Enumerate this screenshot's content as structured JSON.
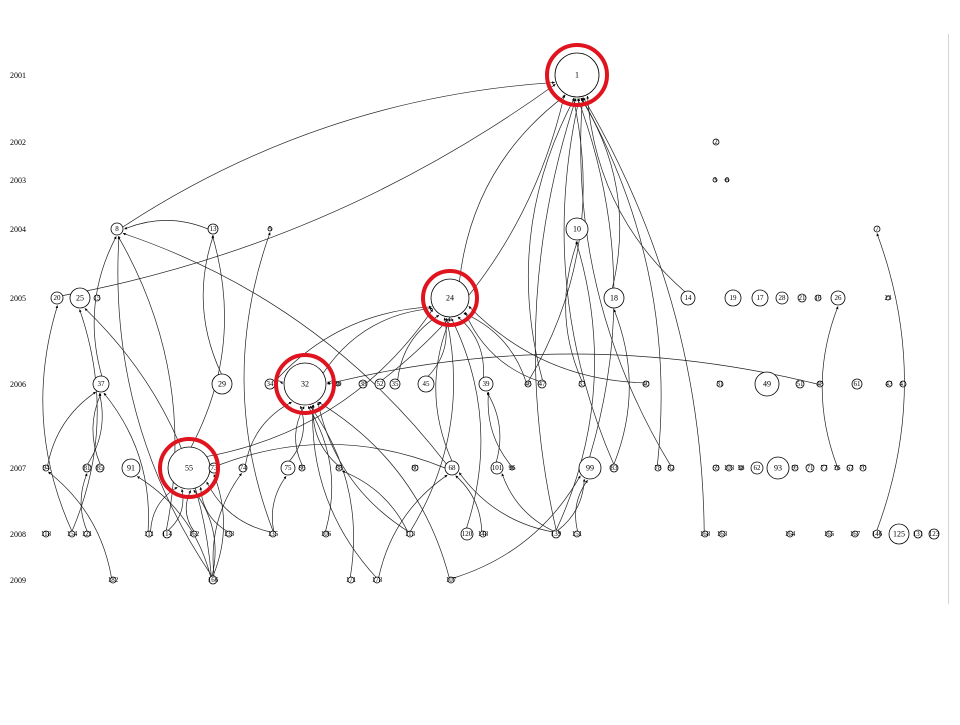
{
  "diagram": {
    "years": [
      "2001",
      "2002",
      "2003",
      "2004",
      "2005",
      "2006",
      "2007",
      "2008",
      "2009"
    ],
    "nodes": [
      {
        "id": "n1",
        "label": "1",
        "year": "2001",
        "r": 22
      },
      {
        "id": "n2",
        "label": "2",
        "year": "2002",
        "r": 3
      },
      {
        "id": "n3a",
        "label": "3",
        "year": "2003",
        "r": 2
      },
      {
        "id": "n3b",
        "label": "6",
        "year": "2003",
        "r": 2
      },
      {
        "id": "n8",
        "label": "8",
        "year": "2004",
        "r": 6
      },
      {
        "id": "n13",
        "label": "13",
        "year": "2004",
        "r": 5
      },
      {
        "id": "n5",
        "label": "5",
        "year": "2004",
        "r": 2
      },
      {
        "id": "n10",
        "label": "10",
        "year": "2004",
        "r": 11
      },
      {
        "id": "n7",
        "label": "7",
        "year": "2004",
        "r": 3
      },
      {
        "id": "n20",
        "label": "20",
        "year": "2005",
        "r": 6
      },
      {
        "id": "n25",
        "label": "25",
        "year": "2005",
        "r": 10
      },
      {
        "id": "n15",
        "label": "15",
        "year": "2005",
        "r": 3
      },
      {
        "id": "n24",
        "label": "24",
        "year": "2005",
        "r": 19
      },
      {
        "id": "n18",
        "label": "18",
        "year": "2005",
        "r": 10
      },
      {
        "id": "n14",
        "label": "14",
        "year": "2005",
        "r": 7
      },
      {
        "id": "n19",
        "label": "19",
        "year": "2005",
        "r": 8
      },
      {
        "id": "n17",
        "label": "17",
        "year": "2005",
        "r": 8
      },
      {
        "id": "n28",
        "label": "28",
        "year": "2005",
        "r": 6
      },
      {
        "id": "n21",
        "label": "21",
        "year": "2005",
        "r": 4
      },
      {
        "id": "n16",
        "label": "16",
        "year": "2005",
        "r": 3
      },
      {
        "id": "n26",
        "label": "26",
        "year": "2005",
        "r": 7
      },
      {
        "id": "n23",
        "label": "23",
        "year": "2005",
        "r": 2
      },
      {
        "id": "n37",
        "label": "37",
        "year": "2006",
        "r": 8
      },
      {
        "id": "n29",
        "label": "29",
        "year": "2006",
        "r": 10
      },
      {
        "id": "n34",
        "label": "34",
        "year": "2006",
        "r": 5
      },
      {
        "id": "n32",
        "label": "32",
        "year": "2006",
        "r": 21
      },
      {
        "id": "n30",
        "label": "30",
        "year": "2006",
        "r": 2
      },
      {
        "id": "n38",
        "label": "38",
        "year": "2006",
        "r": 4
      },
      {
        "id": "n52",
        "label": "52",
        "year": "2006",
        "r": 5
      },
      {
        "id": "n35",
        "label": "35",
        "year": "2006",
        "r": 5
      },
      {
        "id": "n45",
        "label": "45",
        "year": "2006",
        "r": 8
      },
      {
        "id": "n39",
        "label": "39",
        "year": "2006",
        "r": 7
      },
      {
        "id": "n46",
        "label": "46",
        "year": "2006",
        "r": 3
      },
      {
        "id": "n47",
        "label": "47",
        "year": "2006",
        "r": 4
      },
      {
        "id": "n33",
        "label": "33",
        "year": "2006",
        "r": 3
      },
      {
        "id": "n40",
        "label": "40",
        "year": "2006",
        "r": 3
      },
      {
        "id": "n31",
        "label": "31",
        "year": "2006",
        "r": 3
      },
      {
        "id": "n49",
        "label": "49",
        "year": "2006",
        "r": 12
      },
      {
        "id": "n51",
        "label": "51",
        "year": "2006",
        "r": 4
      },
      {
        "id": "n48",
        "label": "48",
        "year": "2006",
        "r": 3
      },
      {
        "id": "n61",
        "label": "61",
        "year": "2006",
        "r": 5
      },
      {
        "id": "n43",
        "label": "43",
        "year": "2006",
        "r": 3
      },
      {
        "id": "n41",
        "label": "41",
        "year": "2006",
        "r": 3
      },
      {
        "id": "n94",
        "label": "94",
        "year": "2007",
        "r": 3
      },
      {
        "id": "n81",
        "label": "81",
        "year": "2007",
        "r": 4
      },
      {
        "id": "n85",
        "label": "85",
        "year": "2007",
        "r": 4
      },
      {
        "id": "n91",
        "label": "91",
        "year": "2007",
        "r": 9
      },
      {
        "id": "n55",
        "label": "55",
        "year": "2007",
        "r": 21
      },
      {
        "id": "n73",
        "label": "73",
        "year": "2007",
        "r": 5
      },
      {
        "id": "n74",
        "label": "74",
        "year": "2007",
        "r": 4
      },
      {
        "id": "n75",
        "label": "75",
        "year": "2007",
        "r": 7
      },
      {
        "id": "n86",
        "label": "86",
        "year": "2007",
        "r": 3
      },
      {
        "id": "n88",
        "label": "88",
        "year": "2007",
        "r": 3
      },
      {
        "id": "n80",
        "label": "80",
        "year": "2007",
        "r": 3
      },
      {
        "id": "n68",
        "label": "68",
        "year": "2007",
        "r": 7
      },
      {
        "id": "n101",
        "label": "101",
        "year": "2007",
        "r": 6
      },
      {
        "id": "n96",
        "label": "96",
        "year": "2007",
        "r": 2
      },
      {
        "id": "n99",
        "label": "99",
        "year": "2007",
        "r": 11
      },
      {
        "id": "n83",
        "label": "83",
        "year": "2007",
        "r": 4
      },
      {
        "id": "n78",
        "label": "78",
        "year": "2007",
        "r": 3
      },
      {
        "id": "n82",
        "label": "82",
        "year": "2007",
        "r": 3
      },
      {
        "id": "n69",
        "label": "69",
        "year": "2007",
        "r": 3
      },
      {
        "id": "n103",
        "label": "103",
        "year": "2007",
        "r": 3
      },
      {
        "id": "n58",
        "label": "58",
        "year": "2007",
        "r": 2
      },
      {
        "id": "n62",
        "label": "62",
        "year": "2007",
        "r": 6
      },
      {
        "id": "n93",
        "label": "93",
        "year": "2007",
        "r": 11
      },
      {
        "id": "n95",
        "label": "95",
        "year": "2007",
        "r": 3
      },
      {
        "id": "n71",
        "label": "71",
        "year": "2007",
        "r": 4
      },
      {
        "id": "n77",
        "label": "77",
        "year": "2007",
        "r": 3
      },
      {
        "id": "n76",
        "label": "76",
        "year": "2007",
        "r": 2
      },
      {
        "id": "n67",
        "label": "67",
        "year": "2007",
        "r": 3
      },
      {
        "id": "n70",
        "label": "70",
        "year": "2007",
        "r": 3
      },
      {
        "id": "n118",
        "label": "118",
        "year": "2008",
        "r": 3
      },
      {
        "id": "n154",
        "label": "154",
        "year": "2008",
        "r": 3
      },
      {
        "id": "n121",
        "label": "121",
        "year": "2008",
        "r": 3
      },
      {
        "id": "n111",
        "label": "111",
        "year": "2008",
        "r": 3
      },
      {
        "id": "n114",
        "label": "114",
        "year": "2008",
        "r": 4
      },
      {
        "id": "n162",
        "label": "162",
        "year": "2008",
        "r": 3
      },
      {
        "id": "n133",
        "label": "133",
        "year": "2008",
        "r": 3
      },
      {
        "id": "n135",
        "label": "135",
        "year": "2008",
        "r": 3
      },
      {
        "id": "n106",
        "label": "106",
        "year": "2008",
        "r": 3
      },
      {
        "id": "n113",
        "label": "113",
        "year": "2008",
        "r": 3
      },
      {
        "id": "n120",
        "label": "120",
        "year": "2008",
        "r": 6
      },
      {
        "id": "n148",
        "label": "148",
        "year": "2008",
        "r": 3
      },
      {
        "id": "n139",
        "label": "139",
        "year": "2008",
        "r": 4
      },
      {
        "id": "n151",
        "label": "151",
        "year": "2008",
        "r": 3
      },
      {
        "id": "n168",
        "label": "168",
        "year": "2008",
        "r": 3
      },
      {
        "id": "n163",
        "label": "163",
        "year": "2008",
        "r": 3
      },
      {
        "id": "n164",
        "label": "164",
        "year": "2008",
        "r": 3
      },
      {
        "id": "n165",
        "label": "165",
        "year": "2008",
        "r": 3
      },
      {
        "id": "n167",
        "label": "167",
        "year": "2008",
        "r": 3
      },
      {
        "id": "n146",
        "label": "146",
        "year": "2008",
        "r": 4
      },
      {
        "id": "n125",
        "label": "125",
        "year": "2008",
        "r": 10
      },
      {
        "id": "n131",
        "label": "131",
        "year": "2008",
        "r": 4
      },
      {
        "id": "n123",
        "label": "123",
        "year": "2008",
        "r": 5
      },
      {
        "id": "n182",
        "label": "182",
        "year": "2009",
        "r": 3
      },
      {
        "id": "n166",
        "label": "166",
        "year": "2009",
        "r": 4
      },
      {
        "id": "n171",
        "label": "171",
        "year": "2009",
        "r": 3
      },
      {
        "id": "n178",
        "label": "178",
        "year": "2009",
        "r": 3
      },
      {
        "id": "n107",
        "label": "107",
        "year": "2009",
        "r": 3
      }
    ],
    "edges": [
      [
        "n20",
        "n1"
      ],
      [
        "n8",
        "n1"
      ],
      [
        "n52",
        "n1"
      ],
      [
        "n47",
        "n1"
      ],
      [
        "n46",
        "n1"
      ],
      [
        "n139",
        "n1"
      ],
      [
        "n99",
        "n1"
      ],
      [
        "n14",
        "n1"
      ],
      [
        "n78",
        "n1"
      ],
      [
        "n82",
        "n1"
      ],
      [
        "n168",
        "n1"
      ],
      [
        "n24",
        "n1"
      ],
      [
        "n18",
        "n1"
      ],
      [
        "n83",
        "n1"
      ],
      [
        "n13",
        "n8"
      ],
      [
        "n37",
        "n8"
      ],
      [
        "n114",
        "n8"
      ],
      [
        "n166",
        "n8"
      ],
      [
        "n68",
        "n8"
      ],
      [
        "n29",
        "n13"
      ],
      [
        "n55",
        "n13"
      ],
      [
        "n32",
        "n24"
      ],
      [
        "n45",
        "n24"
      ],
      [
        "n35",
        "n24"
      ],
      [
        "n113",
        "n24"
      ],
      [
        "n68",
        "n24"
      ],
      [
        "n39",
        "n24"
      ],
      [
        "n47",
        "n24"
      ],
      [
        "n55",
        "n24"
      ],
      [
        "n34",
        "n24"
      ],
      [
        "n120",
        "n24"
      ],
      [
        "n40",
        "n24"
      ],
      [
        "n46",
        "n24"
      ],
      [
        "n34",
        "n32"
      ],
      [
        "n75",
        "n32"
      ],
      [
        "n86",
        "n32"
      ],
      [
        "n106",
        "n32"
      ],
      [
        "n113",
        "n32"
      ],
      [
        "n171",
        "n32"
      ],
      [
        "n178",
        "n32"
      ],
      [
        "n107",
        "n32"
      ],
      [
        "n88",
        "n32"
      ],
      [
        "n30",
        "n32"
      ],
      [
        "n74",
        "n32"
      ],
      [
        "n48",
        "n32"
      ],
      [
        "n94",
        "n37"
      ],
      [
        "n81",
        "n37"
      ],
      [
        "n85",
        "n37"
      ],
      [
        "n111",
        "n37"
      ],
      [
        "n162",
        "n55"
      ],
      [
        "n114",
        "n55"
      ],
      [
        "n133",
        "n55"
      ],
      [
        "n166",
        "n55"
      ],
      [
        "n111",
        "n55"
      ],
      [
        "n68",
        "n55"
      ],
      [
        "n135",
        "n55"
      ],
      [
        "n101",
        "n39"
      ],
      [
        "n96",
        "n39"
      ],
      [
        "n148",
        "n68"
      ],
      [
        "n178",
        "n68"
      ],
      [
        "n139",
        "n99"
      ],
      [
        "n151",
        "n99"
      ],
      [
        "n107",
        "n99"
      ],
      [
        "n139",
        "n101"
      ],
      [
        "n139",
        "n10"
      ],
      [
        "n33",
        "n10"
      ],
      [
        "n83",
        "n18"
      ],
      [
        "n76",
        "n26"
      ],
      [
        "n146",
        "n7"
      ],
      [
        "n135",
        "n5"
      ],
      [
        "n182",
        "n94"
      ],
      [
        "n154",
        "n20"
      ],
      [
        "n154",
        "n25"
      ],
      [
        "n121",
        "n81"
      ],
      [
        "n166",
        "n91"
      ],
      [
        "n135",
        "n75"
      ],
      [
        "n166",
        "n73"
      ],
      [
        "n166",
        "n74"
      ],
      [
        "n113",
        "n88"
      ],
      [
        "n139",
        "n68"
      ],
      [
        "n166",
        "n25"
      ]
    ],
    "highlighted": [
      "n1",
      "n24",
      "n32",
      "n55"
    ]
  }
}
